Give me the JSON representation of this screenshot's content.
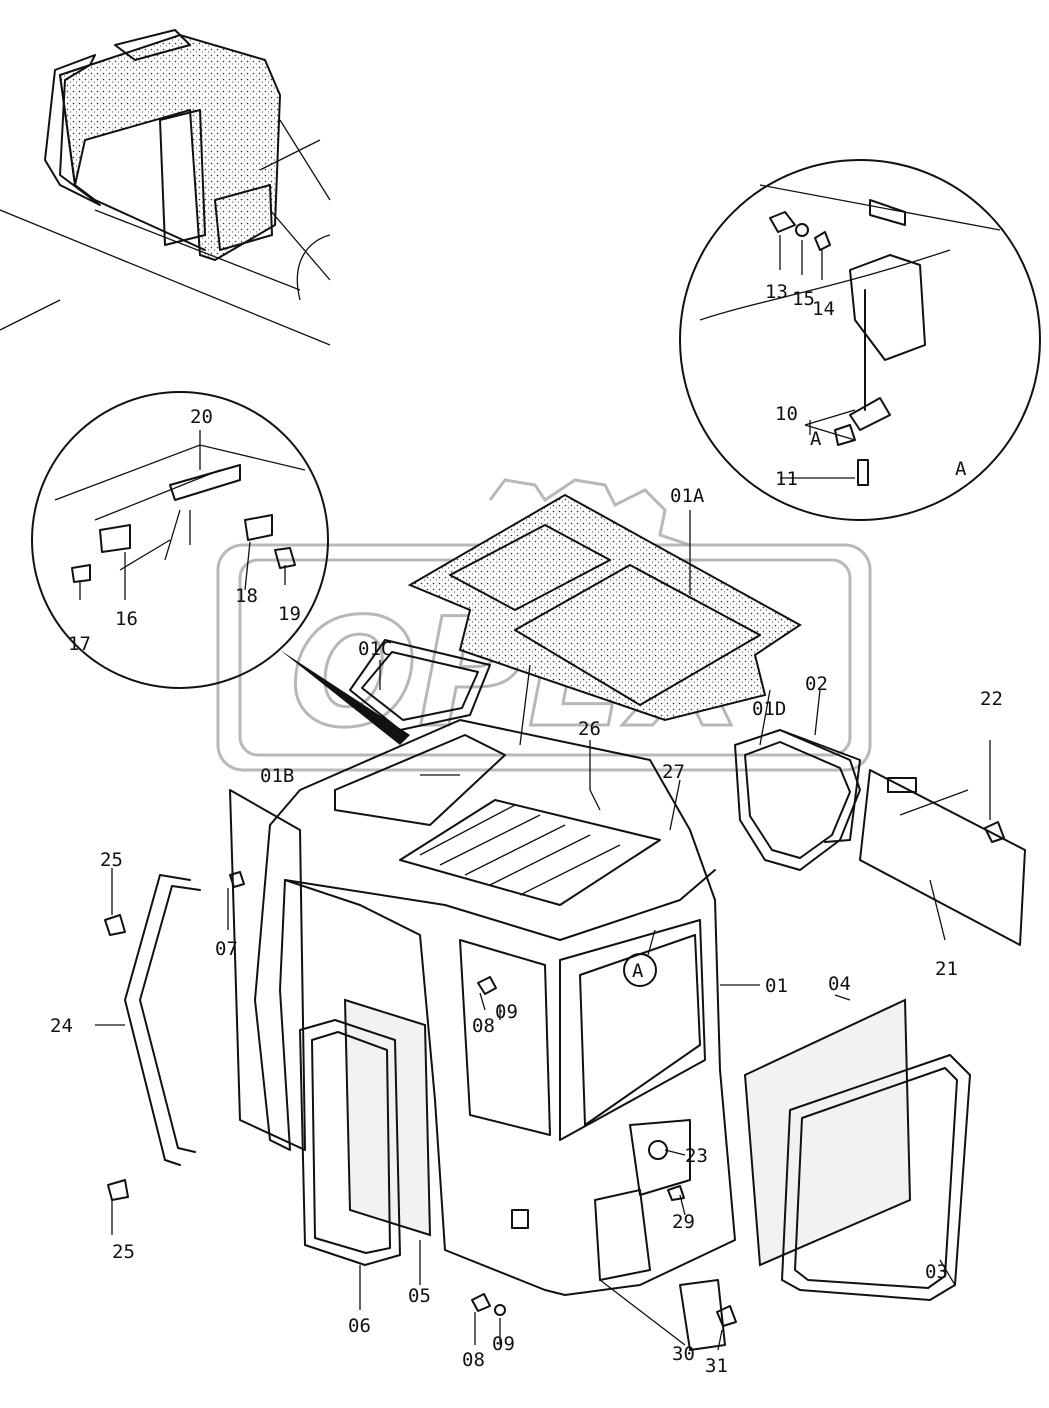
{
  "watermark": "OPEX",
  "callout_A": "A",
  "labels": {
    "l01": "01",
    "l01A": "01A",
    "l01B": "01B",
    "l01C": "01C",
    "l01D": "01D",
    "l02": "02",
    "l03": "03",
    "l04": "04",
    "l05": "05",
    "l06": "06",
    "l07": "07",
    "l08a": "08",
    "l08b": "08",
    "l09a": "09",
    "l09b": "09",
    "l10": "10",
    "l11": "11",
    "l13": "13",
    "l14": "14",
    "l15": "15",
    "l16": "16",
    "l17": "17",
    "l18": "18",
    "l19": "19",
    "l20": "20",
    "l21": "21",
    "l22": "22",
    "l23": "23",
    "l24": "24",
    "l25a": "25",
    "l25b": "25",
    "l26": "26",
    "l27": "27",
    "l29": "29",
    "l30": "30",
    "l31": "31",
    "lA1": "A",
    "lA2": "A",
    "lA3": "A"
  }
}
